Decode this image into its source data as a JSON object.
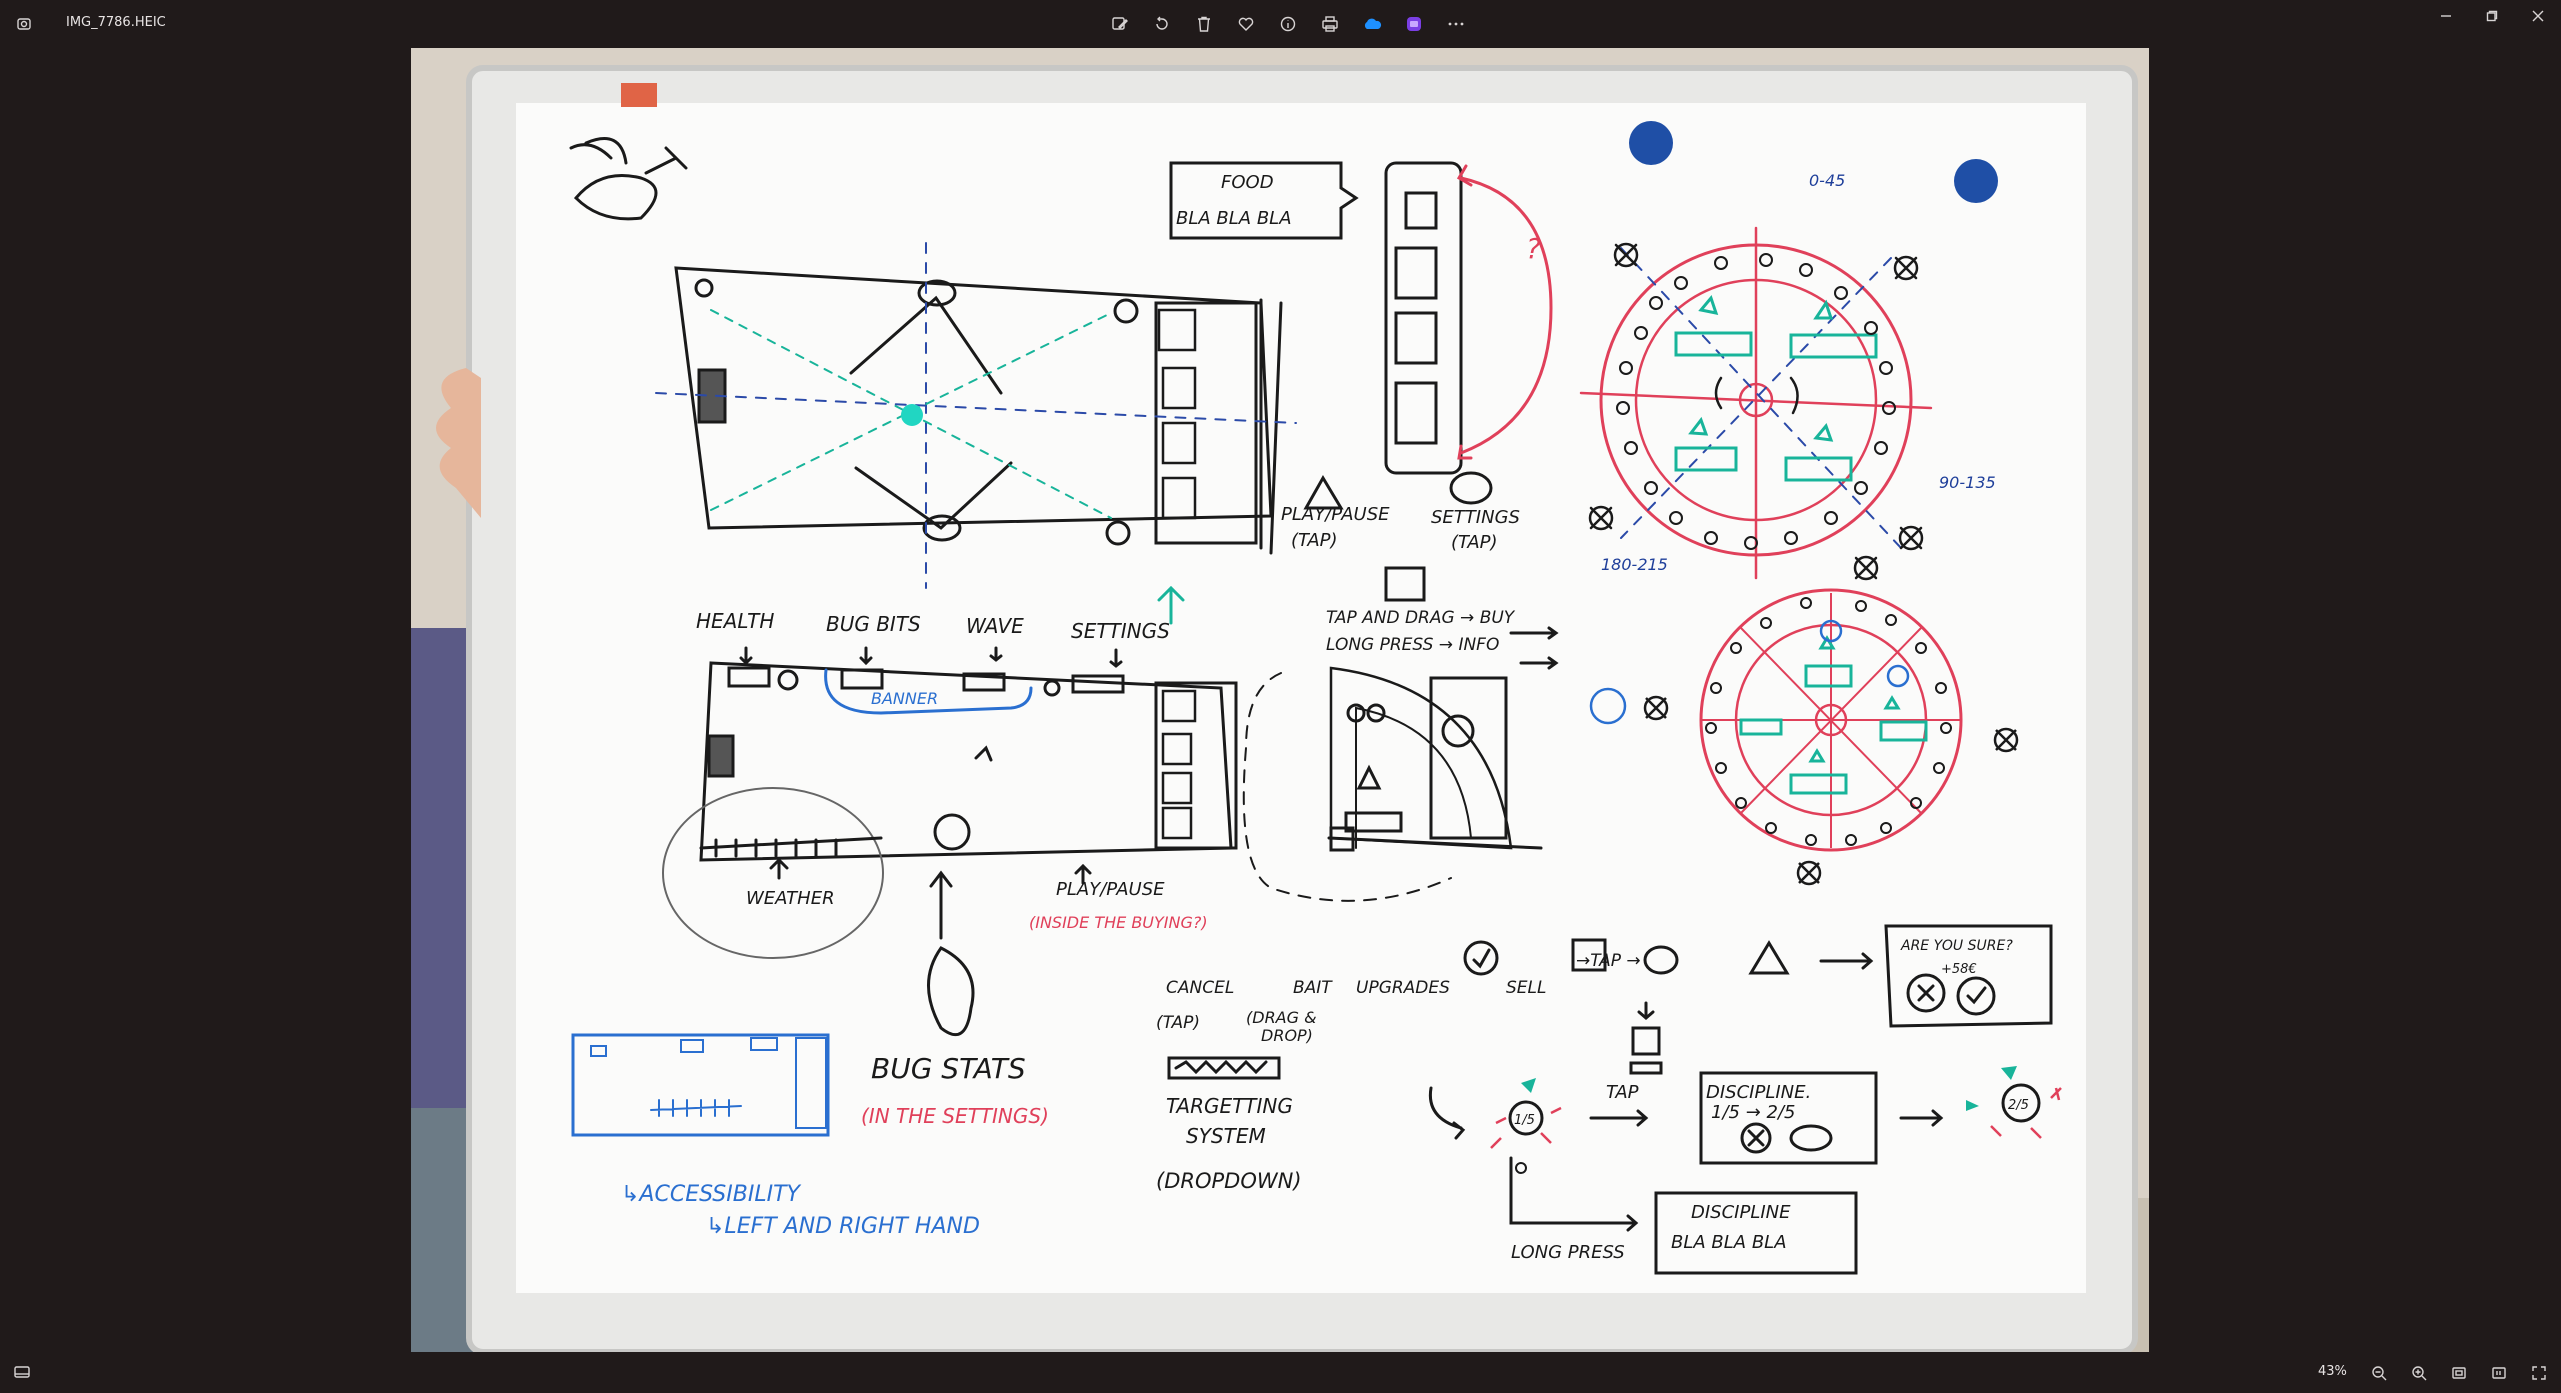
{
  "window": {
    "filename": "IMG_7786.HEIC",
    "zoom": "43%"
  },
  "toolbar": {
    "items": [
      {
        "icon": "edit-image-icon"
      },
      {
        "icon": "rotate-icon"
      },
      {
        "icon": "delete-icon"
      },
      {
        "icon": "favorite-heart-icon"
      },
      {
        "icon": "info-icon"
      },
      {
        "icon": "print-icon"
      },
      {
        "icon": "onedrive-cloud-icon"
      },
      {
        "icon": "clipchamp-icon"
      },
      {
        "icon": "more-icon"
      }
    ]
  },
  "whiteboard": {
    "top_left": {
      "health": "HEALTH",
      "bug_bits": "BUG BITS",
      "wave": "WAVE",
      "settings": "SETTINGS",
      "banner": "BANNER",
      "weather": "WEATHER",
      "play_pause": "PLAY/PAUSE",
      "inside_buying": "(INSIDE THE BUYING?)",
      "bug_stats": "BUG STATS",
      "in_settings": "(IN THE SETTINGS)",
      "accessibility": "↳ACCESSIBILITY",
      "left_right_hand": "↳LEFT AND RIGHT HAND"
    },
    "middle": {
      "food_line1": "FOOD",
      "food_line2": "BLA BLA BLA",
      "question": "?",
      "play_pause_tap": "PLAY/PAUSE",
      "tap1": "(TAP)",
      "settings_tap": "SETTINGS",
      "tap2": "(TAP)",
      "tap_drag": "TAP AND DRAG → BUY",
      "long_press_info": "LONG PRESS → INFO",
      "cancel": "CANCEL",
      "bait": "BAIT",
      "upgrades": "UPGRADES",
      "sell": "SELL",
      "arrow_tap": "→TAP →",
      "tap_paren": "(TAP)",
      "drag_drop1": "(DRAG &",
      "drag_drop2": "DROP)",
      "targeting1": "TARGETTING",
      "targeting2": "SYSTEM",
      "dropdown": "(DROPDOWN)",
      "are_you_sure": "ARE YOU SURE?",
      "sure_value": "+58€",
      "tap_label": "TAP",
      "discipline": "DISCIPLINE.",
      "disc_progress": "1/5 → 2/5",
      "long_press": "LONG PRESS",
      "discipline2": "DISCIPLINE",
      "bla_bla": "BLA BLA BLA",
      "badge1": "1/5",
      "badge2": "2/5"
    },
    "right": {
      "range_top": "0-45",
      "range_right": "90-135",
      "range_left": "180-215"
    }
  },
  "colors": {
    "background": "#201a1a",
    "ink_black": "#1a1a1a",
    "ink_blue": "#2a6fd0",
    "ink_red": "#e0405a",
    "ink_teal": "#18b49a"
  }
}
